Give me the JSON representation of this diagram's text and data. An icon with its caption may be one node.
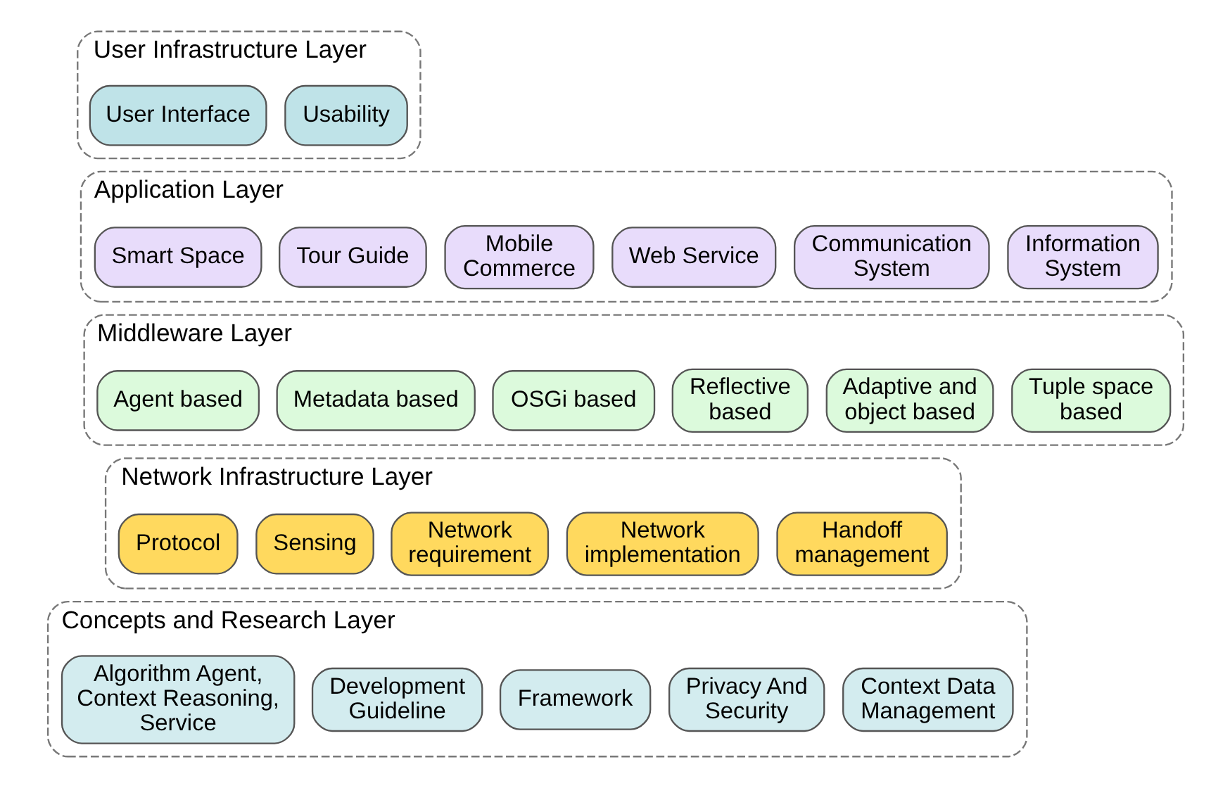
{
  "diagram": {
    "nodes": [
      {
        "text": [
          "User Infrastructure Layer"
        ]
      },
      {
        "text": [
          "User Interface"
        ],
        "in": 0
      },
      {
        "text": [
          "Usability"
        ],
        "in": 0
      },
      {
        "text": [
          "Application Layer"
        ]
      },
      {
        "text": [
          "Smart Space"
        ],
        "in": 3
      },
      {
        "text": [
          "Tour Guide"
        ],
        "in": 3
      },
      {
        "text": [
          "Mobile Commerce"
        ],
        "in": 3
      },
      {
        "text": [
          "Web Service"
        ],
        "in": 3
      },
      {
        "text": [
          "Communication System"
        ],
        "in": 3
      },
      {
        "text": [
          "Information System"
        ],
        "in": 3
      },
      {
        "text": [
          "Middleware Layer"
        ]
      },
      {
        "text": [
          "Agent based"
        ],
        "in": 10
      },
      {
        "text": [
          "Metadata based"
        ],
        "in": 10
      },
      {
        "text": [
          "OSGi based"
        ],
        "in": 10
      },
      {
        "text": [
          "Reflective based"
        ],
        "in": 10
      },
      {
        "text": [
          "Adaptive and object based"
        ],
        "in": 10
      },
      {
        "text": [
          "Tuple space based"
        ],
        "in": 10
      },
      {
        "text": [
          "Network Infrastructure Layer"
        ]
      },
      {
        "text": [
          "Protocol"
        ],
        "in": 17
      },
      {
        "text": [
          "Sensing"
        ],
        "in": 17
      },
      {
        "text": [
          "Network requirement"
        ],
        "in": 17
      },
      {
        "text": [
          "Network implementation"
        ],
        "in": 17
      },
      {
        "text": [
          "Handoff management"
        ],
        "in": 17
      },
      {
        "text": [
          "Concepts and Research Layer"
        ]
      },
      {
        "text": [
          "Algorithm Agent, Context Reasoning, Service"
        ],
        "in": 23
      },
      {
        "text": [
          "Development Guideline"
        ],
        "in": 23
      },
      {
        "text": [
          "Framework"
        ],
        "in": 23
      },
      {
        "text": [
          "Privacy And Security"
        ],
        "in": 23
      },
      {
        "text": [
          "Context Data Management"
        ],
        "in": 23
      }
    ],
    "edges": []
  }
}
